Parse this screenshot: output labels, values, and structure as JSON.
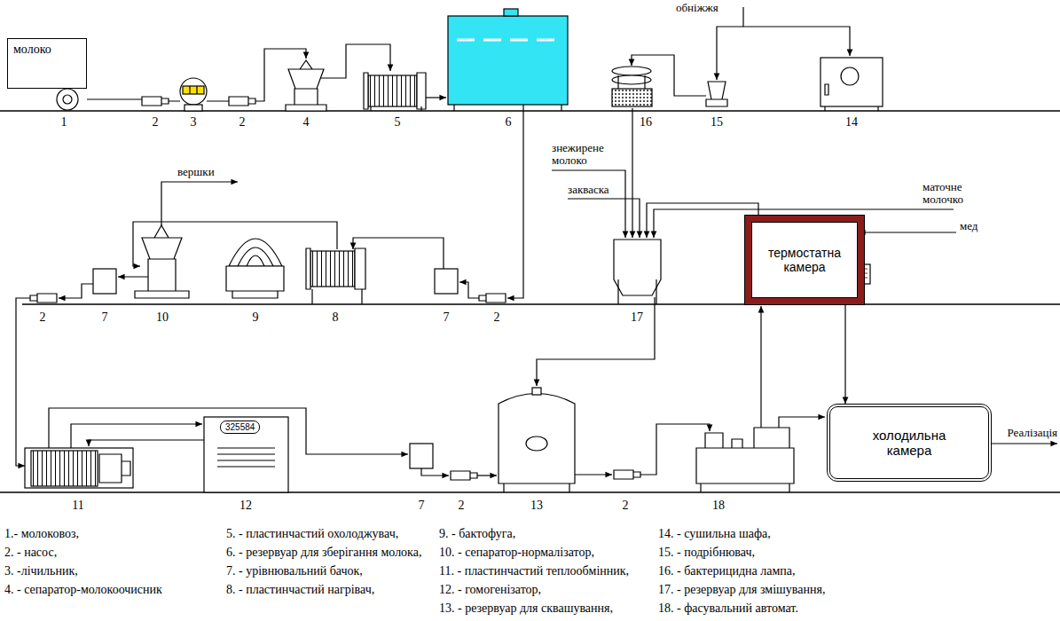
{
  "diagram": {
    "nodes": [
      {
        "text": [
          "молоко"
        ]
      },
      {
        "text": [
          "термостатна камера"
        ]
      },
      {
        "text": [
          "325584"
        ]
      },
      {
        "text": [
          "холодильна камера"
        ]
      }
    ],
    "edges": [
      {
        "from": 1,
        "to": 3,
        "arrow": "to"
      }
    ],
    "labels": [
      "1",
      "2",
      "3",
      "2",
      "4",
      "5",
      "6",
      "16",
      "15",
      "14",
      "обніжжя",
      "знежирене молоко",
      "закваска",
      "маточне молочко",
      "мед",
      "вершки",
      "2",
      "7",
      "10",
      "9",
      "8",
      "7",
      "2",
      "17",
      "11",
      "12",
      "7",
      "2",
      "13",
      "2",
      "18",
      "Реалізація",
      "1.- молоковоз,",
      "2. - насос,",
      "3. -лічильник,",
      "4. - сепаратор-молокоочисник",
      "5. - пластинчастий охолоджувач,",
      "6. - резервуар для зберігання молока,",
      "7. - урівнювальний бачок,",
      "8. - пластинчастий нагрівач,",
      "9. - бактофуга,",
      "10. - сепаратор-нормалізатор,",
      "11. - пластинчастий теплообмінник,",
      "12. - гомогенізатор,",
      "13. - резервуар для сквашування,",
      "14. - сушильна шафа,",
      "15. - подрібнювач,",
      "16. - бактерицидна лампа,",
      "17. - резервуар для змішування,",
      "18. - фасувальний автомат."
    ]
  }
}
